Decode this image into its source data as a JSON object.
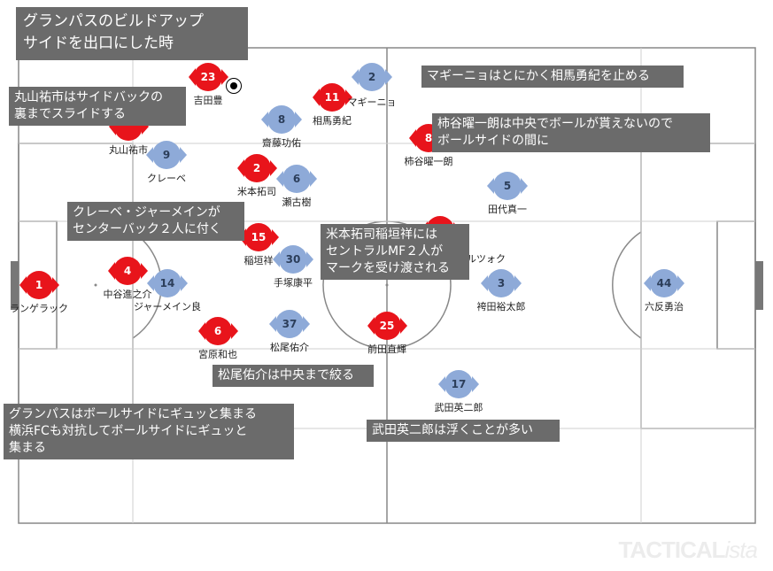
{
  "title": [
    "グランパスのビルドアップ",
    "サイドを出口にした時"
  ],
  "brand": {
    "main": "TACTICAL",
    "suffix": "ista"
  },
  "colors": {
    "home": "#e8141b",
    "away": "#8eaad8",
    "box": "#6b6b6b",
    "line": "#888888"
  },
  "ball_icon": "soccer-ball-icon",
  "home_players": [
    {
      "num": "23",
      "name": "吉田豊"
    },
    {
      "num": "11",
      "name": "相馬勇紀"
    },
    {
      "num": "",
      "name": "丸山祐市"
    },
    {
      "num": "2",
      "name": "米本拓司"
    },
    {
      "num": "8",
      "name": "柿谷曜一朗"
    },
    {
      "num": "15",
      "name": "稲垣祥"
    },
    {
      "num": "4",
      "name": "中谷進之介"
    },
    {
      "num": "1",
      "name": "ランゲラック"
    },
    {
      "num": "6",
      "name": "宮原和也"
    },
    {
      "num": "25",
      "name": "前田直輝"
    },
    {
      "num": "",
      "name": "シュヴィルツォク"
    }
  ],
  "away_players": [
    {
      "num": "2",
      "name": "マギーニョ"
    },
    {
      "num": "8",
      "name": "齋藤功佑"
    },
    {
      "num": "9",
      "name": "クレーベ"
    },
    {
      "num": "6",
      "name": "瀬古樹"
    },
    {
      "num": "5",
      "name": "田代真一"
    },
    {
      "num": "30",
      "name": "手塚康平"
    },
    {
      "num": "14",
      "name": "ジャーメイン良"
    },
    {
      "num": "3",
      "name": "袴田裕太郎"
    },
    {
      "num": "44",
      "name": "六反勇治"
    },
    {
      "num": "37",
      "name": "松尾佑介"
    },
    {
      "num": "17",
      "name": "武田英二郎"
    }
  ],
  "notes": [
    [
      "マギーニョはとにかく相馬勇紀を止める"
    ],
    [
      "丸山祐市はサイドバックの",
      "裏までスライドする"
    ],
    [
      "柿谷曜一朗は中央でボールが貰えないので",
      "ボールサイドの間に"
    ],
    [
      "クレーベ・ジャーメインが",
      "センターバック２人に付く"
    ],
    [
      "米本拓司稲垣祥には",
      "セントラルMF２人が",
      "マークを受け渡される"
    ],
    [
      "松尾佑介は中央まで絞る"
    ],
    [
      "グランパスはボールサイドにギュッと集まる",
      "横浜FCも対抗してボールサイドにギュッと",
      "集まる"
    ],
    [
      "武田英二郎は浮くことが多い"
    ]
  ]
}
